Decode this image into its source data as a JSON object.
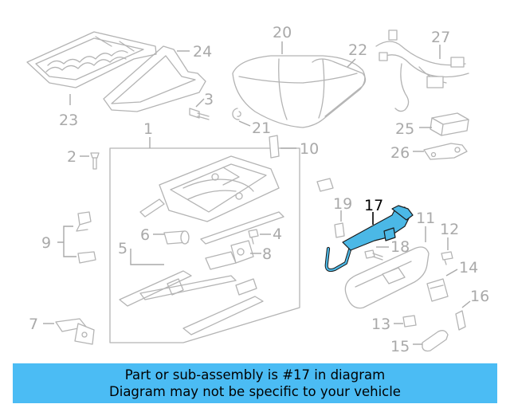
{
  "diagram": {
    "labels": [
      "1",
      "2",
      "3",
      "4",
      "5",
      "6",
      "7",
      "8",
      "9",
      "10",
      "11",
      "12",
      "13",
      "14",
      "15",
      "16",
      "17",
      "18",
      "19",
      "20",
      "21",
      "22",
      "23",
      "24",
      "25",
      "26",
      "27"
    ],
    "highlighted_label": "17",
    "highlight_color": "#4bb8e6",
    "label_color": "#a9a9a9"
  },
  "banner": {
    "line1": "Part or sub-assembly is #17 in diagram",
    "line2": "Diagram may not be specific to your vehicle",
    "background": "#4bbcf4"
  }
}
